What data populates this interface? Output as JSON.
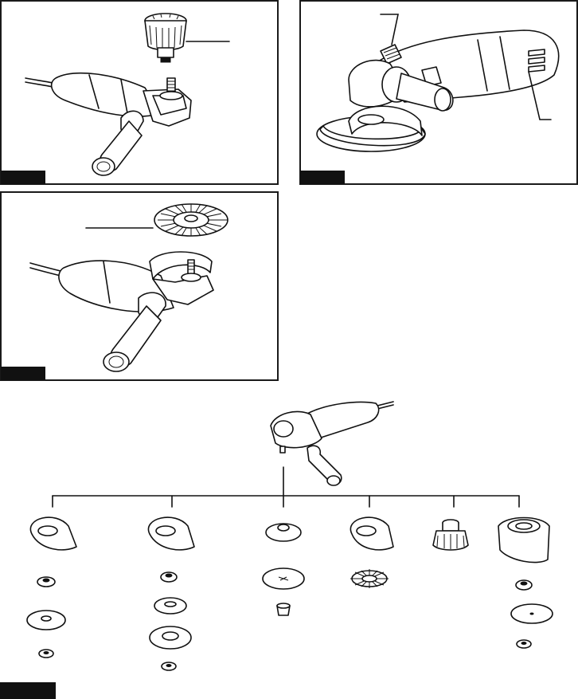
{
  "figures": {
    "fig1": {
      "label": ""
    },
    "fig2": {
      "label": ""
    },
    "fig3": {
      "label": ""
    },
    "fig4": {
      "label": ""
    }
  },
  "colors": {
    "line": "#111111",
    "background": "#ffffff",
    "tab": "#111111"
  },
  "icons": [
    "angle-grinder",
    "cup-brush",
    "wire-wheel-brush",
    "side-handle",
    "wheel-guard",
    "inner-flange",
    "lock-nut",
    "grinding-wheel",
    "sanding-disc",
    "backing-pad",
    "wheel-cover"
  ]
}
